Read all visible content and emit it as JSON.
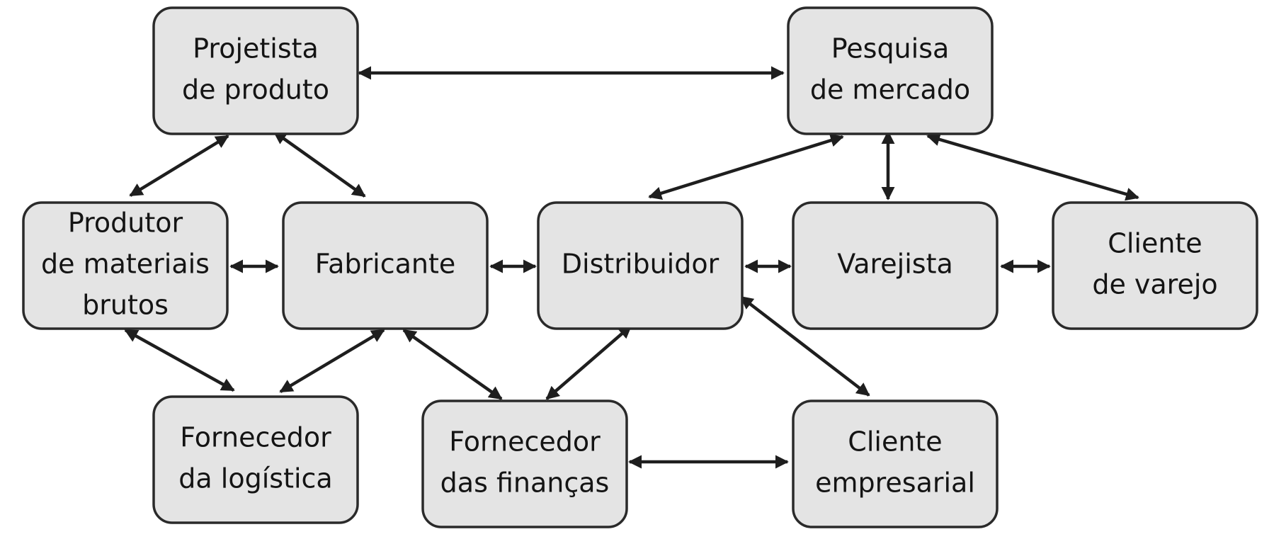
{
  "nodes": {
    "projetista": [
      "Projetista",
      "de produto"
    ],
    "pesquisa": [
      "Pesquisa",
      "de mercado"
    ],
    "produtor": [
      "Produtor",
      "de materiais",
      "brutos"
    ],
    "fabricante": [
      "Fabricante"
    ],
    "distribuidor": [
      "Distribuidor"
    ],
    "varejista": [
      "Varejista"
    ],
    "cliente_varejo": [
      "Cliente",
      "de varejo"
    ],
    "logistica": [
      "Fornecedor",
      "da logística"
    ],
    "financas": [
      "Fornecedor",
      "das finanças"
    ],
    "cliente_empresarial": [
      "Cliente",
      "empresarial"
    ]
  },
  "connections": [
    [
      "projetista",
      "pesquisa"
    ],
    [
      "projetista",
      "produtor"
    ],
    [
      "projetista",
      "fabricante"
    ],
    [
      "pesquisa",
      "distribuidor"
    ],
    [
      "pesquisa",
      "varejista"
    ],
    [
      "pesquisa",
      "cliente_varejo"
    ],
    [
      "produtor",
      "fabricante"
    ],
    [
      "fabricante",
      "distribuidor"
    ],
    [
      "distribuidor",
      "varejista"
    ],
    [
      "varejista",
      "cliente_varejo"
    ],
    [
      "produtor",
      "logistica"
    ],
    [
      "fabricante",
      "logistica"
    ],
    [
      "fabricante",
      "financas"
    ],
    [
      "distribuidor",
      "financas"
    ],
    [
      "distribuidor",
      "cliente_empresarial"
    ],
    [
      "financas",
      "cliente_empresarial"
    ]
  ],
  "colors": {
    "box_fill": "#e4e4e4",
    "box_stroke": "#2a2a2a",
    "arrow": "#1e1e1e",
    "text": "#141414"
  }
}
